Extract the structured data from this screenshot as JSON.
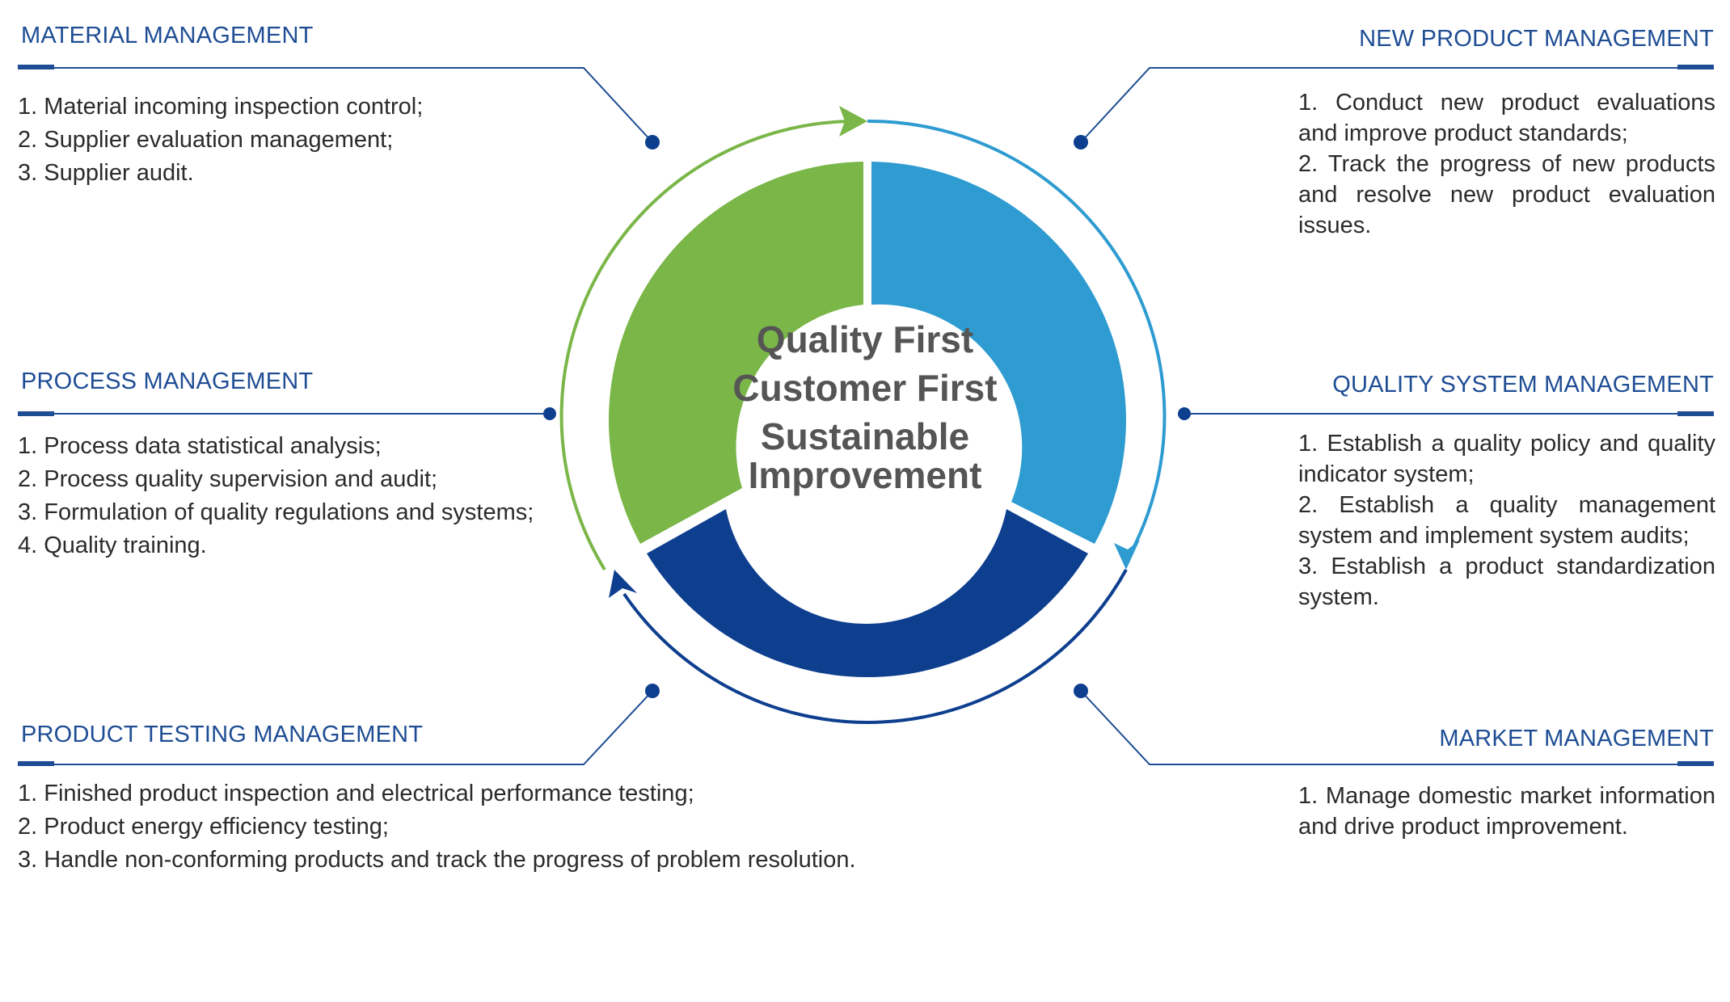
{
  "center": {
    "lines": [
      "Quality First",
      "Customer First",
      "Sustainable",
      "Improvement"
    ]
  },
  "sections": {
    "material": {
      "title": "MATERIAL MANAGEMENT",
      "items": [
        "1. Material incoming inspection control;",
        "2. Supplier evaluation management;",
        "3. Supplier audit."
      ]
    },
    "new_product": {
      "title": "NEW PRODUCT MANAGEMENT",
      "items": [
        "1. Conduct new product evaluations and improve product standards;",
        "2. Track the progress of new products and resolve new product evaluation issues."
      ]
    },
    "process": {
      "title": "PROCESS MANAGEMENT",
      "items": [
        "1. Process data statistical analysis;",
        "2. Process quality supervision and audit;",
        "3. Formulation of quality regulations and systems;",
        "4. Quality training."
      ]
    },
    "quality_system": {
      "title": "QUALITY SYSTEM MANAGEMENT",
      "items": [
        "1. Establish a quality policy and quality indicator system;",
        "2. Establish a quality management system and implement system audits;",
        "3. Establish a product standardization system."
      ]
    },
    "product_testing": {
      "title": "PRODUCT TESTING MANAGEMENT",
      "items": [
        "1. Finished product inspection and electrical performance testing;",
        "2. Product energy efficiency testing;",
        "3. Handle non-conforming products and track the progress of problem resolution."
      ]
    },
    "market": {
      "title": "MARKET MANAGEMENT",
      "items": [
        "1. Manage domestic market information and drive product improvement."
      ]
    }
  },
  "colors": {
    "green": "#7ab648",
    "light_blue": "#2e9bd1",
    "dark_blue": "#0e3f8f",
    "title_blue": "#1e4d94"
  }
}
